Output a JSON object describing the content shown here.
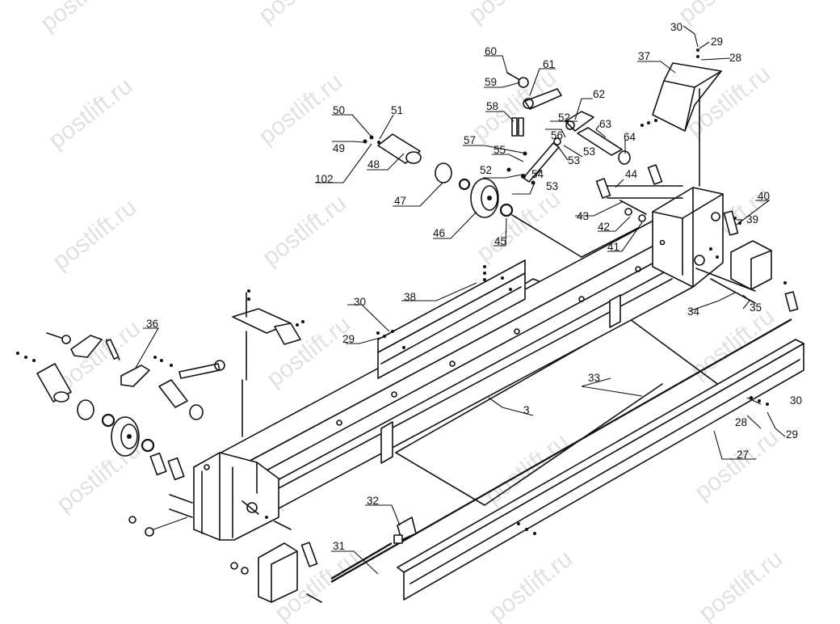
{
  "watermark": "postlift.ru",
  "part_labels": {
    "p3": "3",
    "p27": "27",
    "p28a": "28",
    "p28b": "28",
    "p29a": "29",
    "p29b": "29",
    "p29c": "29",
    "p30a": "30",
    "p30b": "30",
    "p30c": "30",
    "p31": "31",
    "p32": "32",
    "p33": "33",
    "p34": "34",
    "p35": "35",
    "p36": "36",
    "p37": "37",
    "p38": "38",
    "p39": "39",
    "p40": "40",
    "p41": "41",
    "p42": "42",
    "p43": "43",
    "p44": "44",
    "p45": "45",
    "p46": "46",
    "p47": "47",
    "p48": "48",
    "p49": "49",
    "p50": "50",
    "p51": "51",
    "p52a": "52",
    "p52b": "52",
    "p53a": "53",
    "p53b": "53",
    "p53c": "53",
    "p54": "54",
    "p55": "55",
    "p56": "56",
    "p57": "57",
    "p58": "58",
    "p59": "59",
    "p60": "60",
    "p61": "61",
    "p62": "62",
    "p63": "63",
    "p64": "64",
    "p102": "102"
  }
}
